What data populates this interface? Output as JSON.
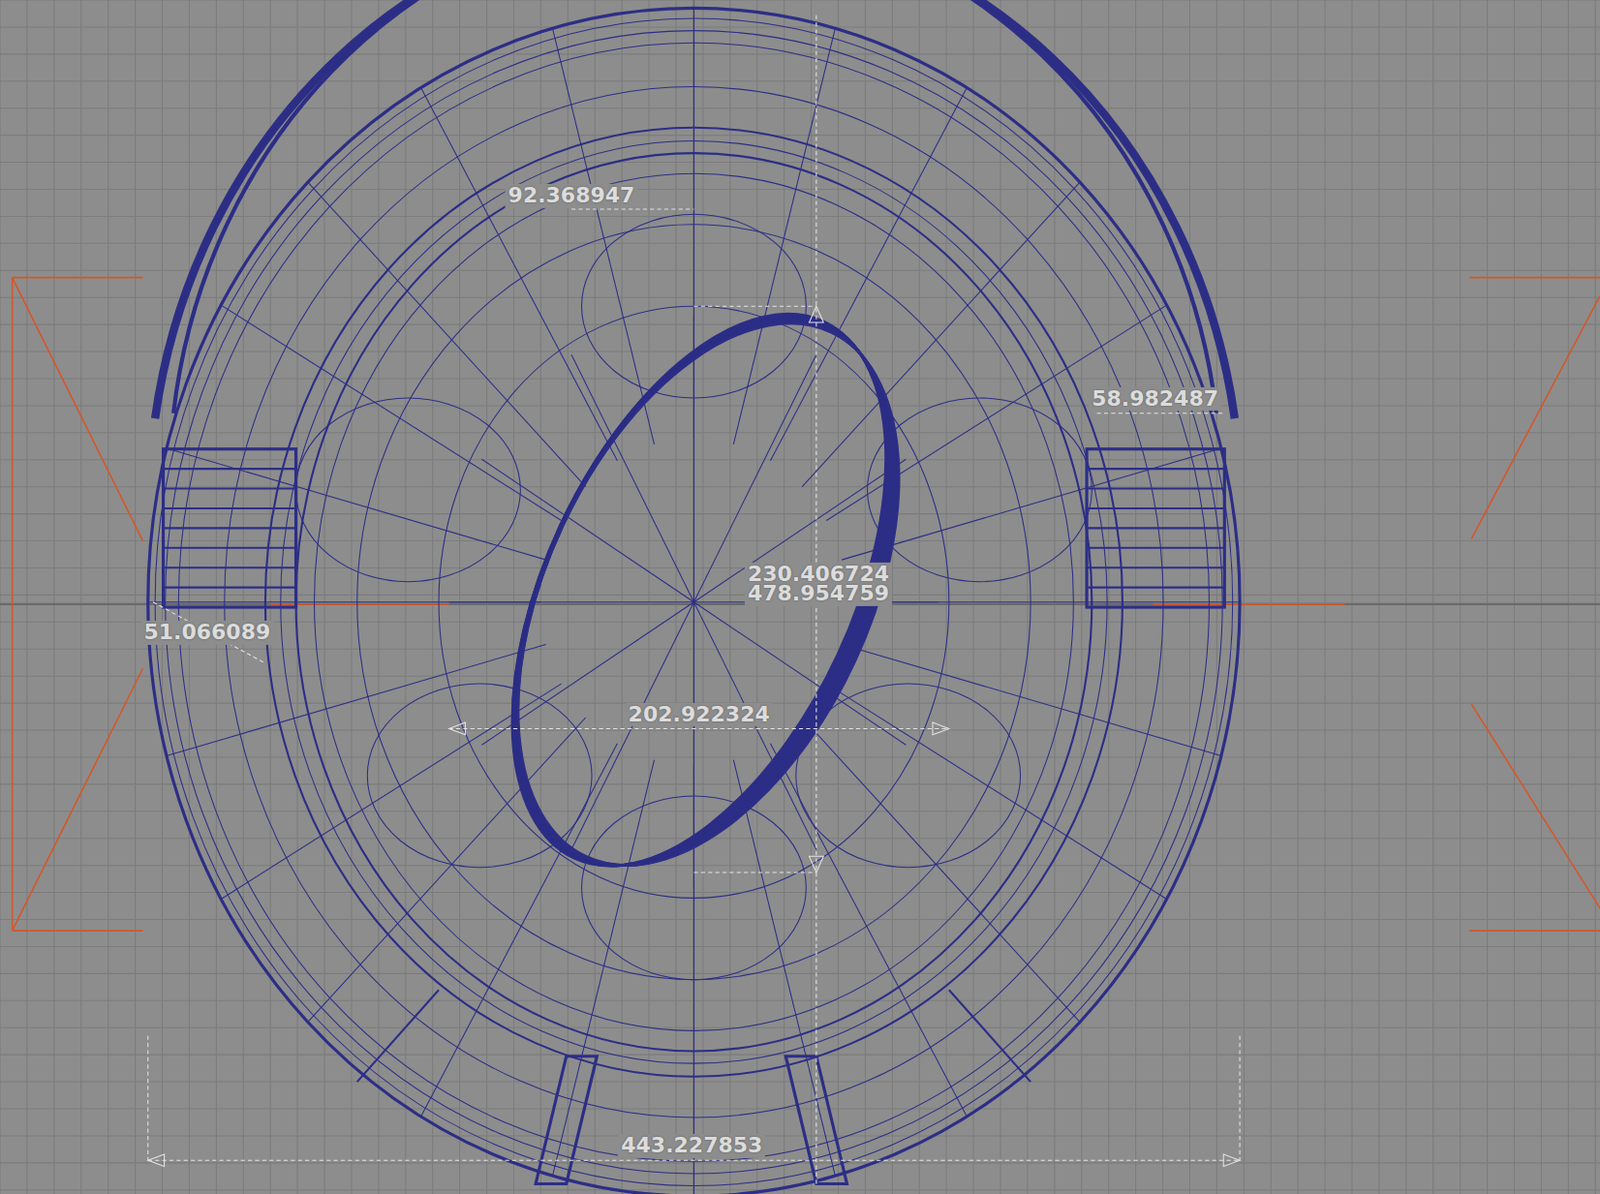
{
  "diagram": {
    "labels": [
      "92.368947",
      "58.982487",
      "230.406724",
      "478.954759",
      "51.066089",
      "202.922324",
      "443.227853"
    ]
  }
}
